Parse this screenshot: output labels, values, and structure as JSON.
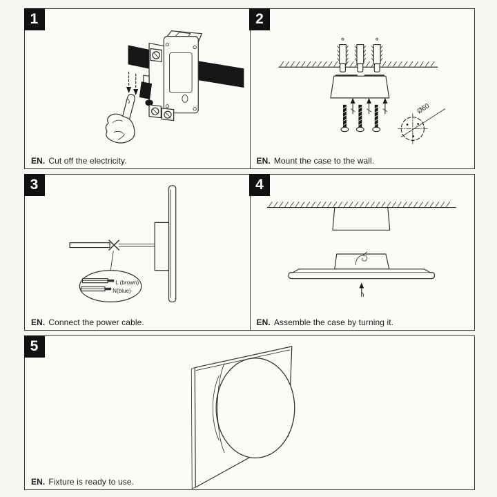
{
  "page": {
    "paper_color": "#f5f5f1",
    "panel_color": "#fbfbf8",
    "ink_color": "#2f2f2f",
    "badge_bg": "#111111",
    "badge_fg": "#ffffff"
  },
  "steps": [
    {
      "number": "1",
      "lang": "EN.",
      "caption": "Cut off the electricity."
    },
    {
      "number": "2",
      "lang": "EN.",
      "caption": "Mount the case to the wall."
    },
    {
      "number": "3",
      "lang": "EN.",
      "caption": "Connect the power cable."
    },
    {
      "number": "4",
      "lang": "EN.",
      "caption": "Assemble the case by turning it."
    },
    {
      "number": "5",
      "lang": "EN.",
      "caption": "Fixture is ready to use."
    }
  ],
  "diagram_labels": {
    "wire_live": "L (brown)",
    "wire_neutral": "N(blue)",
    "mounting_hole_diameter": "Ø60"
  }
}
